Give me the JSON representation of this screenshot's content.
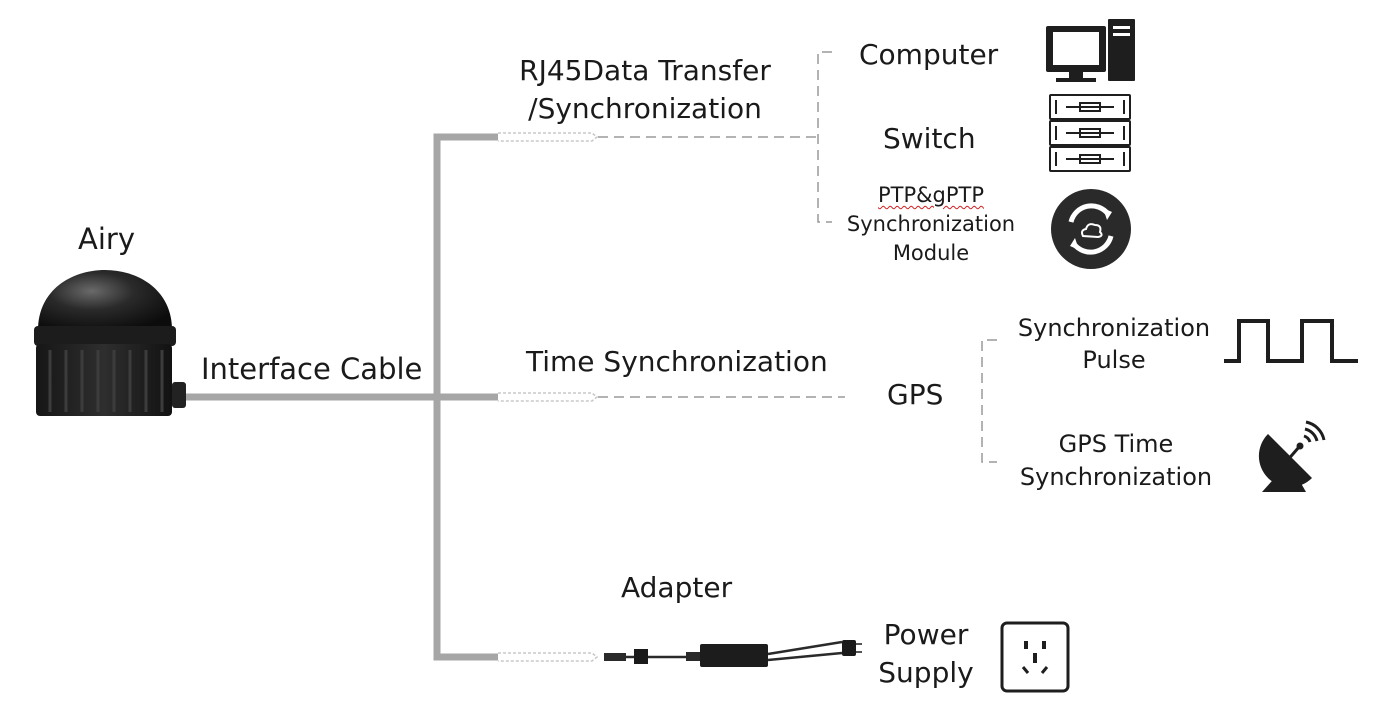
{
  "device": {
    "name": "Airy",
    "icon": "lidar-sensor-icon"
  },
  "cable": {
    "label": "Interface Cable"
  },
  "branches": {
    "rj45": {
      "label_line1": "RJ45Data Transfer",
      "label_line2": "/Synchronization",
      "targets": {
        "computer": {
          "label": "Computer",
          "icon": "computer-icon"
        },
        "switch": {
          "label": "Switch",
          "icon": "switch-icon"
        },
        "ptp": {
          "label_line1": "PTP&gPTP",
          "label_line2": "Synchronization",
          "label_line3": "Module",
          "icon": "sync-module-icon"
        }
      }
    },
    "time_sync": {
      "label": "Time Synchronization",
      "gps": {
        "label": "GPS"
      },
      "targets": {
        "pulse": {
          "label_line1": "Synchronization",
          "label_line2": "Pulse",
          "icon": "square-wave-icon"
        },
        "gps_time": {
          "label_line1": "GPS Time",
          "label_line2": "Synchronization",
          "icon": "satellite-dish-icon"
        }
      }
    },
    "power": {
      "label": "Adapter",
      "adapter_icon": "power-adapter-icon",
      "target": {
        "label_line1": "Power",
        "label_line2": "Supply",
        "icon": "power-socket-icon"
      }
    }
  },
  "colors": {
    "cable": "#a6a6a6",
    "dash": "#9a9a9a",
    "icon": "#1e1e1e",
    "text": "#1a1a1a"
  }
}
